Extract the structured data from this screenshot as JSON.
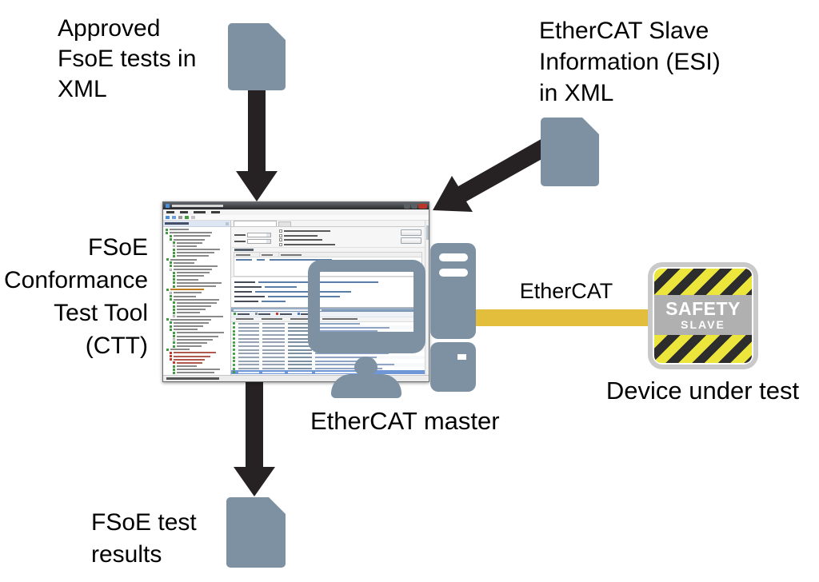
{
  "colors": {
    "icon_slate": "#7d91a2",
    "arrow_black": "#262223",
    "cable_yellow": "#e2be3c",
    "hazard_yellow": "#ece63c",
    "hazard_black": "#2d2d2d",
    "device_frame_gray": "#c9c9c9",
    "device_band_gray": "#b0b0b0",
    "selected_row_blue": "#6f97d8",
    "tree_green": "#3f9d3f",
    "tree_red": "#c13b2e"
  },
  "nodes": {
    "approved_tests": {
      "lines": [
        "Approved",
        "FsoE tests in",
        "XML"
      ]
    },
    "esi": {
      "lines": [
        "EtherCAT Slave",
        "Information (ESI)",
        "in XML"
      ]
    },
    "ctt": {
      "lines": [
        "FSoE",
        "Conformance",
        "Test Tool",
        "(CTT)"
      ]
    },
    "ethercat_master": {
      "label": "EtherCAT master"
    },
    "bus": {
      "label": "EtherCAT"
    },
    "device_under_test": {
      "label": "Device under test"
    },
    "safety_sign": {
      "line1": "SAFETY",
      "line2": "SLAVE"
    },
    "results": {
      "lines": [
        "FSoE test",
        "results"
      ]
    }
  },
  "ctt_window": {
    "tree_row_count": 45,
    "selected_tree_row": 18,
    "red_rows": [
      37,
      38,
      39,
      40
    ],
    "log_row_count": 16,
    "selected_log_row": 13,
    "checkbox_widths": [
      58,
      42,
      48,
      64
    ],
    "desc_label_widths": [
      26,
      34,
      22,
      38,
      30
    ],
    "desc_text_widths": [
      150,
      40,
      120,
      90,
      30
    ],
    "legend_colors": [
      "#3f9d3f",
      "#8a8a8a",
      "#c13b2e",
      "#4a78c0"
    ]
  }
}
